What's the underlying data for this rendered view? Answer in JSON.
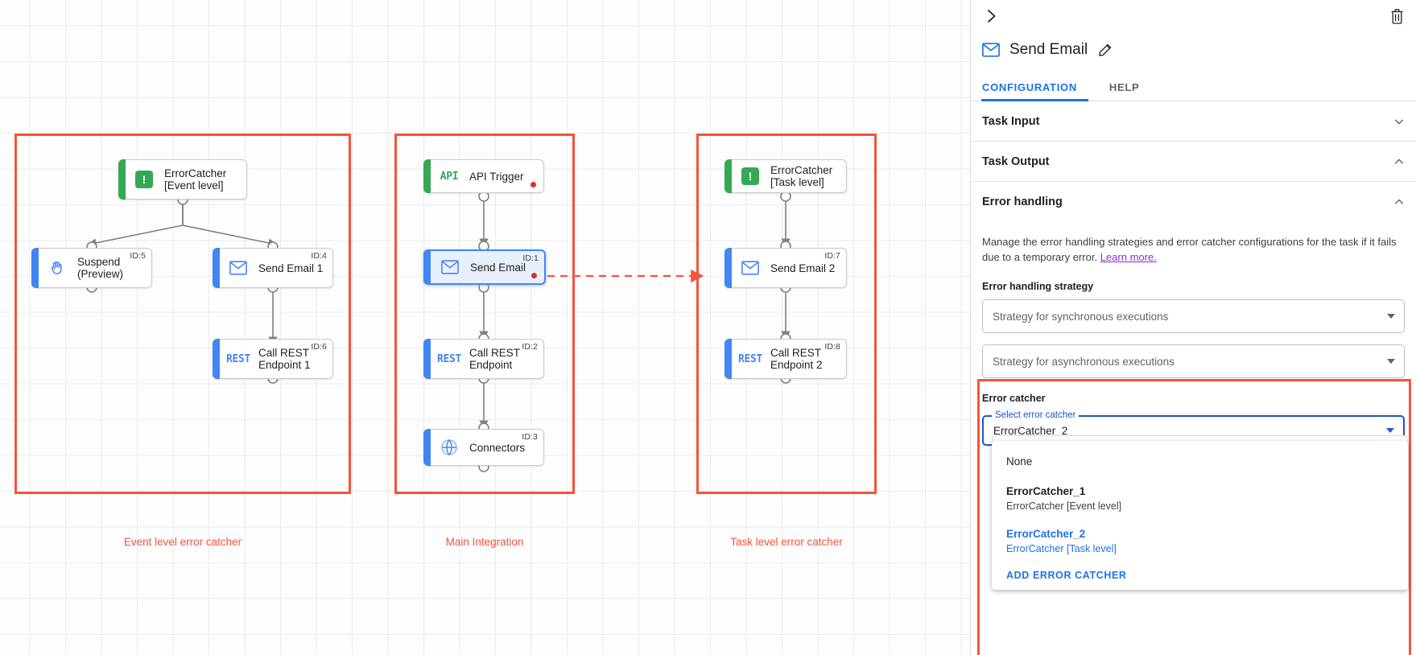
{
  "canvas": {
    "groups": [
      {
        "id": "event-level",
        "label": "Event level error catcher"
      },
      {
        "id": "main-integration",
        "label": "Main Integration"
      },
      {
        "id": "task-level",
        "label": "Task level error catcher"
      }
    ],
    "nodes": [
      {
        "key": "ec1",
        "label": "ErrorCatcher\n[Event level]",
        "icon": "error-catcher-icon",
        "icon_text": "!",
        "accent": "#34a853",
        "id_tag": "",
        "error_dot": false,
        "selected": false
      },
      {
        "key": "suspend",
        "label": "Suspend\n(Preview)",
        "icon": "hand-icon",
        "icon_text": "",
        "accent": "#4285f4",
        "id_tag": "ID:5",
        "error_dot": false,
        "selected": false
      },
      {
        "key": "sendemail1",
        "label": "Send Email 1",
        "icon": "email-icon",
        "icon_text": "",
        "accent": "#4285f4",
        "id_tag": "ID:4",
        "error_dot": false,
        "selected": false
      },
      {
        "key": "rest1",
        "label": "Call REST\nEndpoint 1",
        "icon": "rest-icon",
        "icon_text": "REST",
        "accent": "#4285f4",
        "id_tag": "ID:6",
        "error_dot": false,
        "selected": false
      },
      {
        "key": "apitrigger",
        "label": "API Trigger",
        "icon": "api-icon",
        "icon_text": "API",
        "accent": "#34a853",
        "id_tag": "",
        "error_dot": true,
        "selected": false
      },
      {
        "key": "sendemail",
        "label": "Send Email",
        "icon": "email-icon",
        "icon_text": "",
        "accent": "#4285f4",
        "id_tag": "ID:1",
        "error_dot": true,
        "selected": true
      },
      {
        "key": "rest",
        "label": "Call REST\nEndpoint",
        "icon": "rest-icon",
        "icon_text": "REST",
        "accent": "#4285f4",
        "id_tag": "ID:2",
        "error_dot": false,
        "selected": false
      },
      {
        "key": "connectors",
        "label": "Connectors",
        "icon": "connectors-icon",
        "icon_text": "",
        "accent": "#4285f4",
        "id_tag": "ID:3",
        "error_dot": false,
        "selected": false
      },
      {
        "key": "ec2",
        "label": "ErrorCatcher\n[Task level]",
        "icon": "error-catcher-icon",
        "icon_text": "!",
        "accent": "#34a853",
        "id_tag": "",
        "error_dot": false,
        "selected": false
      },
      {
        "key": "sendemail2",
        "label": "Send Email 2",
        "icon": "email-icon",
        "icon_text": "",
        "accent": "#4285f4",
        "id_tag": "ID:7",
        "error_dot": false,
        "selected": false
      },
      {
        "key": "rest2",
        "label": "Call REST\nEndpoint 2",
        "icon": "rest-icon",
        "icon_text": "REST",
        "accent": "#4285f4",
        "id_tag": "ID:8",
        "error_dot": false,
        "selected": false
      }
    ]
  },
  "panel": {
    "back_icon": "chevron-right-icon",
    "delete_icon": "trash-icon",
    "task_icon": "email-icon",
    "task_title": "Send Email",
    "edit_icon": "pencil-icon",
    "tabs": [
      {
        "key": "configuration",
        "label": "CONFIGURATION",
        "active": true
      },
      {
        "key": "help",
        "label": "HELP",
        "active": false
      }
    ],
    "sections": [
      {
        "key": "task_input",
        "title": "Task Input",
        "expanded": false
      },
      {
        "key": "task_output",
        "title": "Task Output",
        "expanded": true
      }
    ],
    "error_handling": {
      "title": "Error handling",
      "expanded": true,
      "description": "Manage the error handling strategies and error catcher configurations for the task if it fails due to a temporary error.",
      "learn_more": "Learn more.",
      "strategy_label": "Error handling strategy",
      "sync_select": {
        "value": "",
        "placeholder": "Strategy for synchronous executions"
      },
      "async_select": {
        "value": "",
        "placeholder": "Strategy for asynchronous executions"
      },
      "error_catcher": {
        "heading": "Error catcher",
        "floating_label": "Select error catcher",
        "value": "ErrorCatcher_2",
        "options": [
          {
            "primary": "None",
            "secondary": "",
            "selected": false,
            "bold": false
          },
          {
            "primary": "ErrorCatcher_1",
            "secondary": "ErrorCatcher [Event level]",
            "selected": false,
            "bold": true
          },
          {
            "primary": "ErrorCatcher_2",
            "secondary": "ErrorCatcher [Task level]",
            "selected": true,
            "bold": true
          }
        ],
        "add_action": "ADD ERROR CATCHER"
      }
    }
  },
  "colors": {
    "accent_blue": "#1a73e8",
    "highlight_red": "#f4543c",
    "green": "#34a853",
    "error_dot": "#d93025",
    "learn_more_purple": "#8430ce"
  }
}
